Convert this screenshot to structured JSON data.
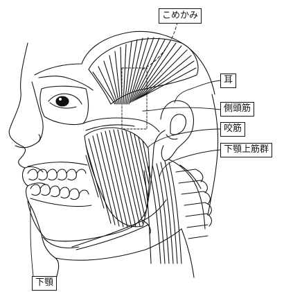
{
  "labels": {
    "temple": "こめかみ",
    "ear": "耳",
    "temporalis": "側頭筋",
    "masseter": "咬筋",
    "suprahyoid": "下顎上筋群",
    "mandible": "下顎"
  },
  "colors": {
    "line": "#111111",
    "background": "#ffffff"
  }
}
